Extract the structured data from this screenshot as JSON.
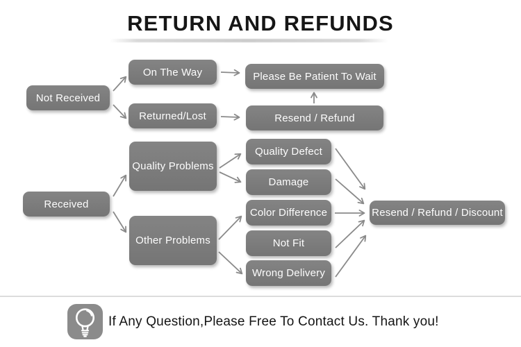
{
  "title": "RETURN AND REFUNDS",
  "flowchart": {
    "nodes": {
      "not_received": "Not Received",
      "on_the_way": "On The Way",
      "returned_lost": "Returned/Lost",
      "please_wait": "Please Be Patient To Wait",
      "resend_refund": "Resend / Refund",
      "received": "Received",
      "quality_problems": "Quality Problems",
      "other_problems": "Other Problems",
      "quality_defect": "Quality Defect",
      "damage": "Damage",
      "color_difference": "Color Difference",
      "not_fit": "Not Fit",
      "wrong_delivery": "Wrong Delivery",
      "resend_refund_discount": "Resend / Refund / Discount"
    },
    "edges": [
      {
        "from": "not_received",
        "to": "on_the_way"
      },
      {
        "from": "not_received",
        "to": "returned_lost"
      },
      {
        "from": "on_the_way",
        "to": "please_wait"
      },
      {
        "from": "returned_lost",
        "to": "resend_refund"
      },
      {
        "from": "resend_refund",
        "to": "please_wait"
      },
      {
        "from": "received",
        "to": "quality_problems"
      },
      {
        "from": "received",
        "to": "other_problems"
      },
      {
        "from": "quality_problems",
        "to": "quality_defect"
      },
      {
        "from": "quality_problems",
        "to": "damage"
      },
      {
        "from": "other_problems",
        "to": "color_difference"
      },
      {
        "from": "other_problems",
        "to": "wrong_delivery"
      },
      {
        "from": "quality_defect",
        "to": "resend_refund_discount"
      },
      {
        "from": "damage",
        "to": "resend_refund_discount"
      },
      {
        "from": "color_difference",
        "to": "resend_refund_discount"
      },
      {
        "from": "not_fit",
        "to": "resend_refund_discount"
      },
      {
        "from": "wrong_delivery",
        "to": "resend_refund_discount"
      }
    ],
    "colors": {
      "box_fill": "#7b7b7b",
      "box_text": "#ffffff",
      "arrow": "#8a8a8a",
      "title_text": "#161616",
      "underline": "#cccccc",
      "divider": "#dcdcdc",
      "icon_background": "#8b8b8b"
    }
  },
  "footer": {
    "icon": "lightbulb-icon",
    "message": "If Any Question,Please Free To Contact Us. Thank you!"
  }
}
